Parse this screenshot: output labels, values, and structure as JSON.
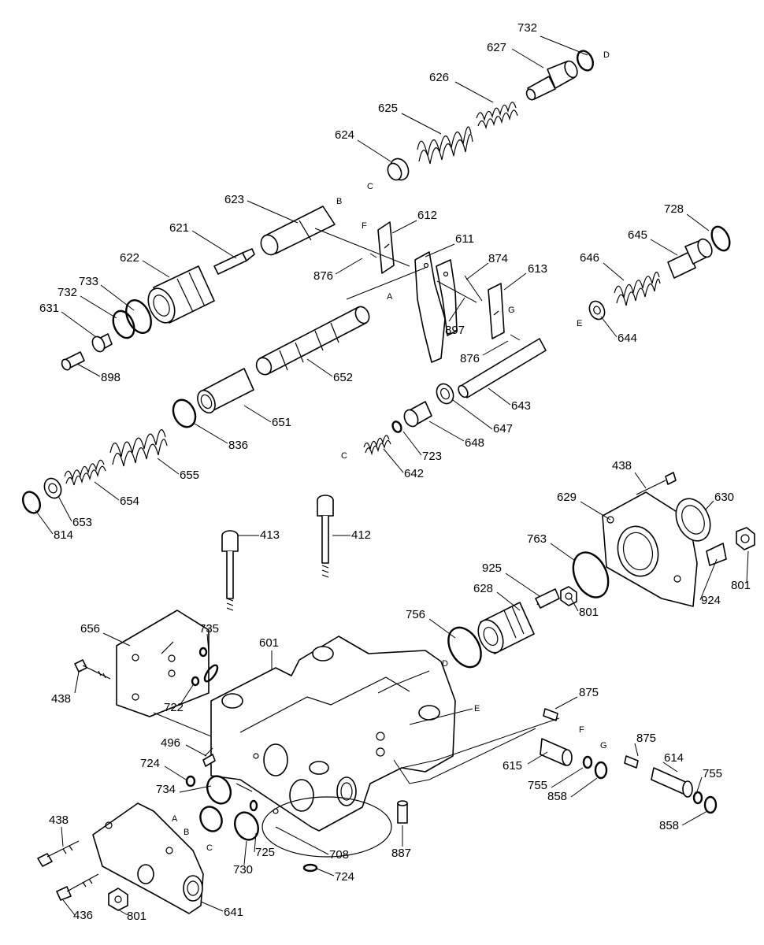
{
  "part_labels": [
    "732",
    "627",
    "626",
    "625",
    "624",
    "623",
    "612",
    "611",
    "621",
    "622",
    "733",
    "732",
    "631",
    "898",
    "876",
    "874",
    "613",
    "897",
    "876",
    "728",
    "645",
    "646",
    "644",
    "652",
    "651",
    "836",
    "643",
    "647",
    "648",
    "723",
    "642",
    "655",
    "654",
    "653",
    "814",
    "438",
    "629",
    "630",
    "413",
    "412",
    "763",
    "925",
    "628",
    "801",
    "924",
    "801",
    "656",
    "735",
    "601",
    "756",
    "438",
    "722",
    "875",
    "496",
    "615",
    "875",
    "614",
    "724",
    "755",
    "858",
    "755",
    "858",
    "734",
    "725",
    "730",
    "708",
    "724",
    "887",
    "438",
    "436",
    "801",
    "641"
  ],
  "port_letters": [
    "D",
    "C",
    "B",
    "F",
    "A",
    "G",
    "E",
    "C",
    "D",
    "E",
    "F",
    "G",
    "A",
    "B",
    "C"
  ]
}
